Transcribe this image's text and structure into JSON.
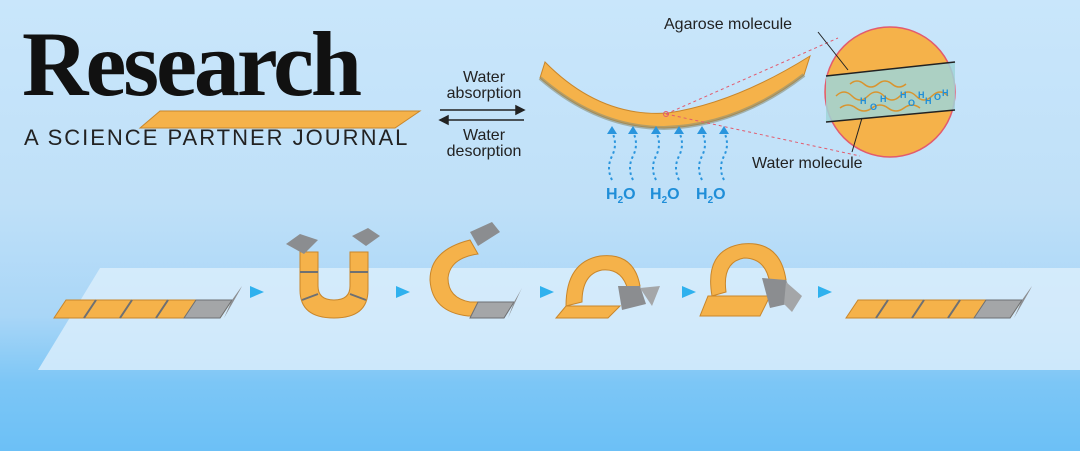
{
  "header": {
    "logo_text": "Research",
    "tagline": "A SCIENCE PARTNER JOURNAL"
  },
  "diagram": {
    "absorption_label": [
      "Water",
      "absorption"
    ],
    "desorption_label": [
      "Water",
      "desorption"
    ],
    "agarose_label": "Agarose molecule",
    "water_molecule_label": "Water molecule",
    "vapor_labels": [
      {
        "main": "H",
        "sub": "2",
        "tail": "O"
      },
      {
        "main": "H",
        "sub": "2",
        "tail": "O"
      },
      {
        "main": "H",
        "sub": "2",
        "tail": "O"
      }
    ],
    "zoom_h2o_glyphs": [
      "H",
      "O",
      "H",
      "H",
      "O",
      "H",
      "H",
      "O",
      "H"
    ]
  },
  "colors": {
    "film": "#f5b24a",
    "film_edge": "#c9862a",
    "hinge": "#8b8d90",
    "vapor": "#2a95dd",
    "zoom_line": "#e25b6e",
    "platform": "#d8ecfb"
  }
}
